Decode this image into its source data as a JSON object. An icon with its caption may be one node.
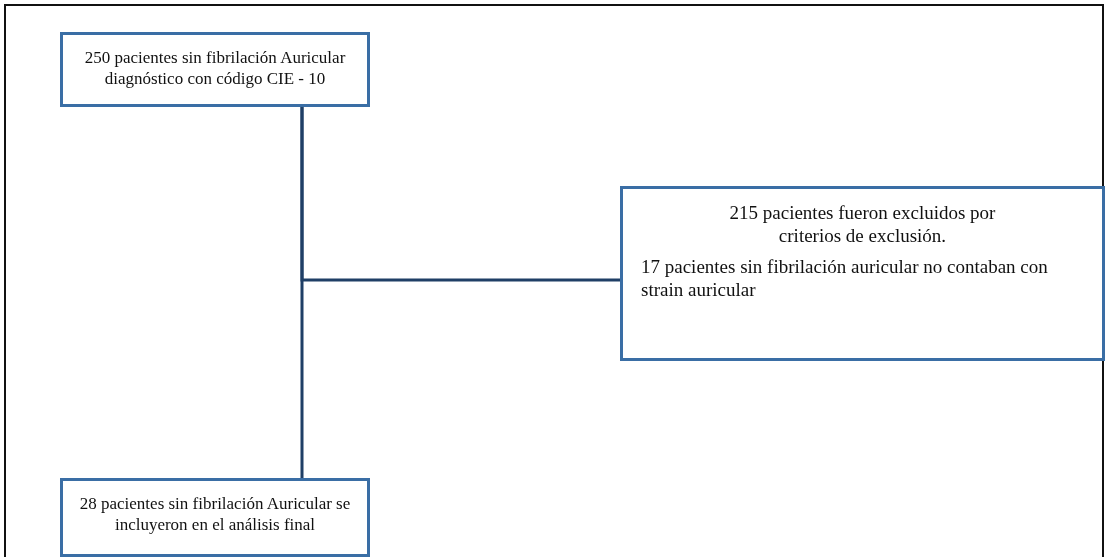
{
  "diagram": {
    "nodes": [
      {
        "text": [
          "250 pacientes sin fibrilación Auricular diagnóstico con código CIE - 10"
        ]
      },
      {
        "text": [
          "215 pacientes fueron excluidos por criterios de exclusión.",
          "17 pacientes sin fibrilación auricular no contaban con strain auricular"
        ]
      },
      {
        "text": [
          "28 pacientes sin fibrilación Auricular se incluyeron en el análisis final"
        ]
      }
    ],
    "edges": [
      {
        "from": 0,
        "to": 2,
        "arrow": "none"
      },
      {
        "from": 0,
        "to": 1,
        "arrow": "none"
      }
    ]
  }
}
